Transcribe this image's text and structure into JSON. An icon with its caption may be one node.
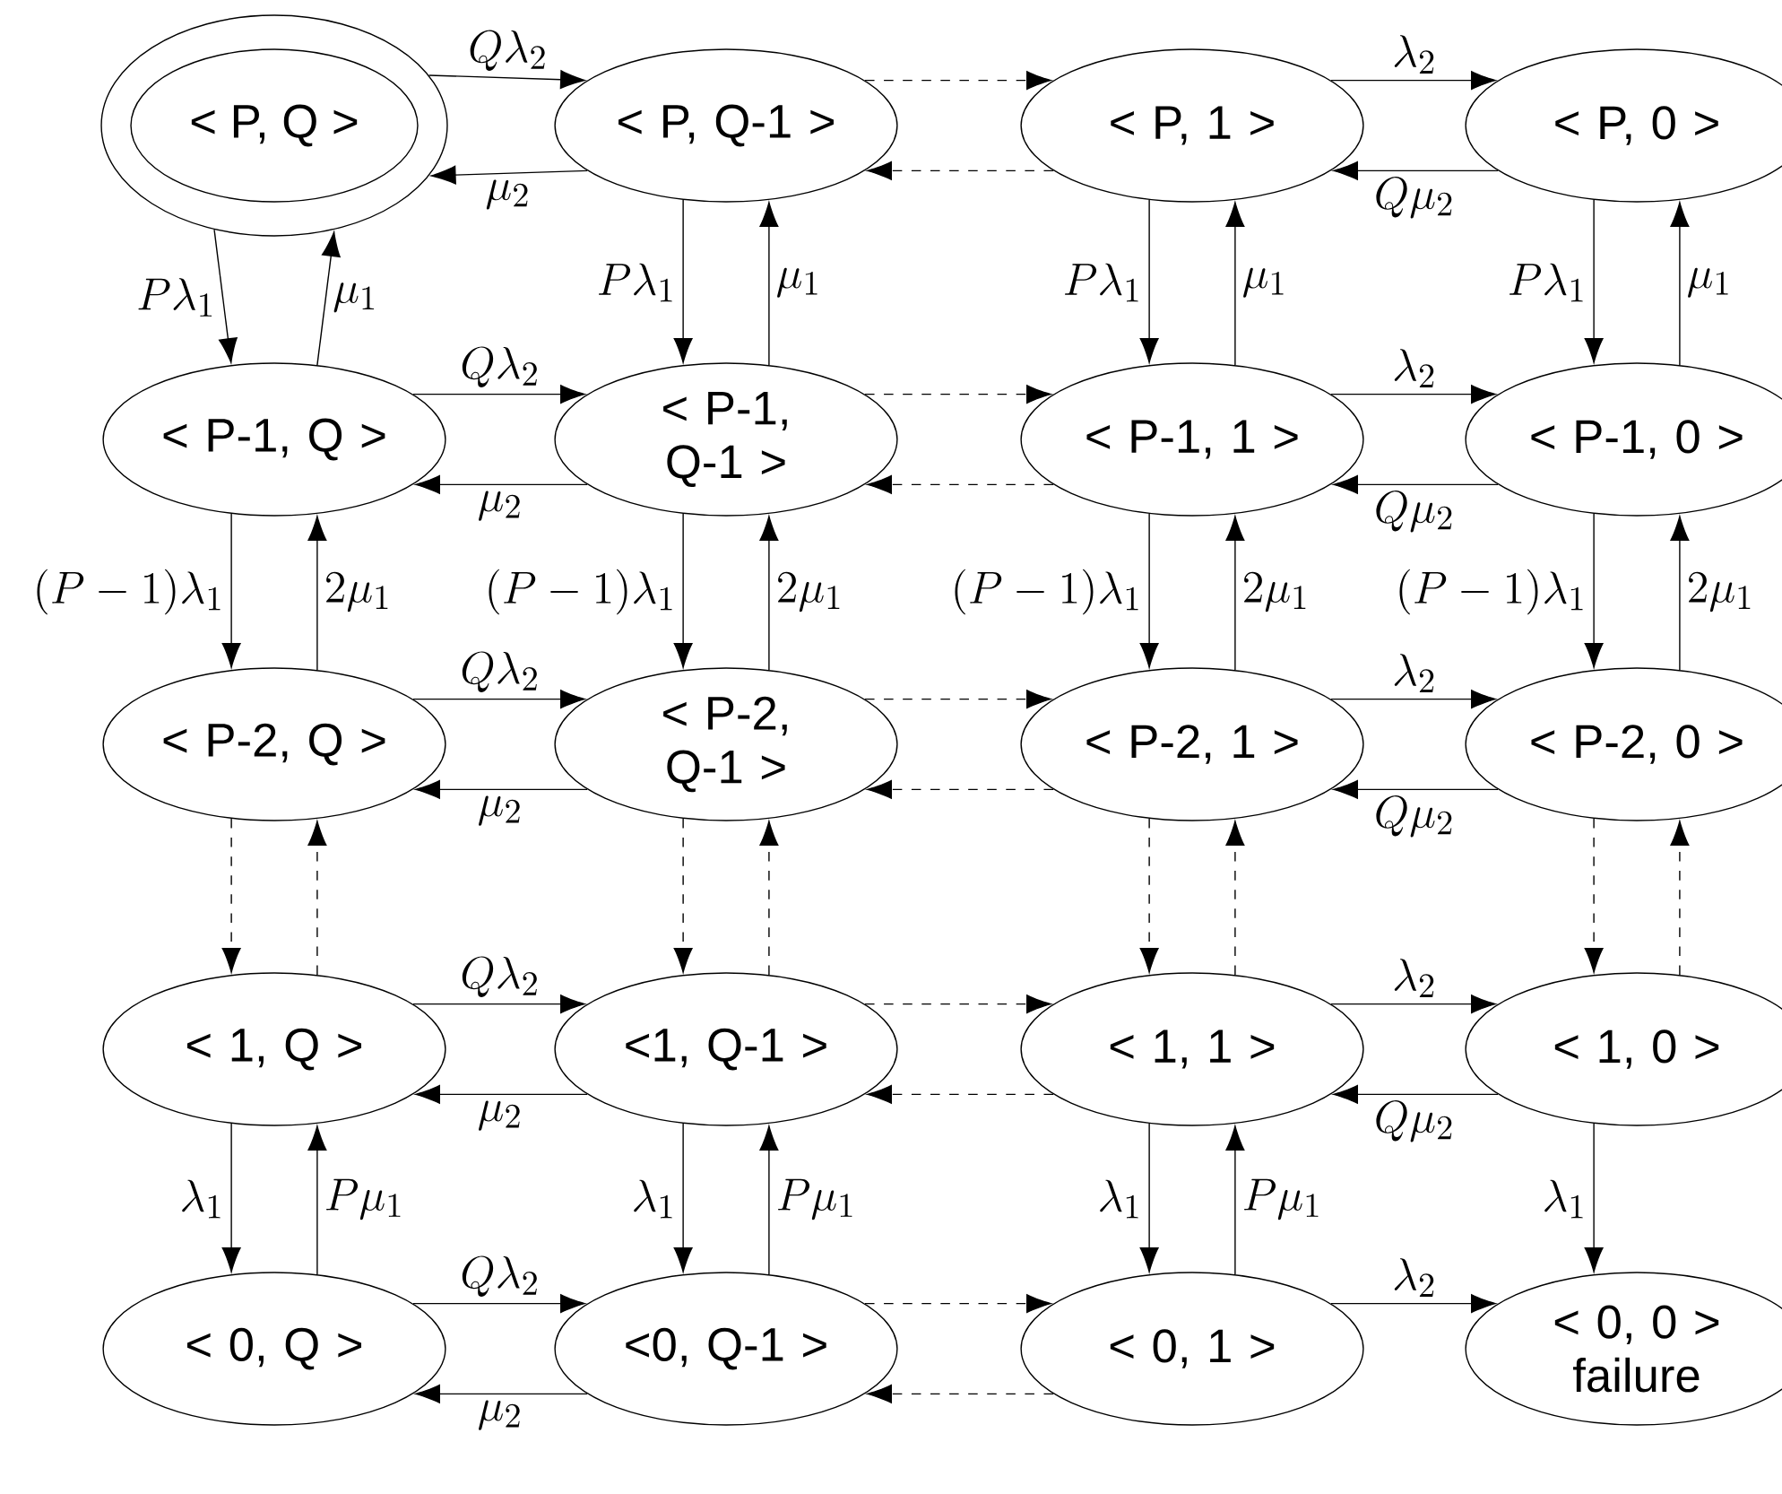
{
  "diagram": {
    "nodes": [
      {
        "text": [
          "< P, Q >"
        ]
      },
      {
        "text": [
          "< P, Q-1 >"
        ]
      },
      {
        "text": [
          "< P, 1 >"
        ]
      },
      {
        "text": [
          "< P, 0 >"
        ]
      },
      {
        "text": [
          "< P-1, Q >"
        ]
      },
      {
        "text": [
          "< P-1, Q-1 >"
        ]
      },
      {
        "text": [
          "< P-1, 1 >"
        ]
      },
      {
        "text": [
          "< P-1, 0 >"
        ]
      },
      {
        "text": [
          "< P-2, Q >"
        ]
      },
      {
        "text": [
          "< P-2, Q-1 >"
        ]
      },
      {
        "text": [
          "< P-2, 1 >"
        ]
      },
      {
        "text": [
          "< P-2, 0 >"
        ]
      },
      {
        "text": [
          "< 1, Q >"
        ]
      },
      {
        "text": [
          "<1, Q-1 >"
        ]
      },
      {
        "text": [
          "< 1, 1 >"
        ]
      },
      {
        "text": [
          "< 1, 0 >"
        ]
      },
      {
        "text": [
          "< 0, Q >"
        ]
      },
      {
        "text": [
          "<0, Q-1 >"
        ]
      },
      {
        "text": [
          "< 0, 1 >"
        ]
      },
      {
        "text": [
          "< 0, 0 >",
          "failure"
        ]
      }
    ],
    "edges": [
      {
        "from": 0,
        "to": 1,
        "arrow": "to",
        "label": "Q\\lambda_2"
      },
      {
        "from": 1,
        "to": 0,
        "arrow": "to",
        "label": "\\mu_2"
      },
      {
        "from": 1,
        "to": 2,
        "arrow": "to",
        "style": "dashed"
      },
      {
        "from": 2,
        "to": 1,
        "arrow": "to",
        "style": "dashed"
      },
      {
        "from": 2,
        "to": 3,
        "arrow": "to",
        "label": "\\lambda_2"
      },
      {
        "from": 3,
        "to": 2,
        "arrow": "to",
        "label": "Q\\mu_2"
      },
      {
        "from": 4,
        "to": 5,
        "arrow": "to",
        "label": "Q\\lambda_2"
      },
      {
        "from": 5,
        "to": 4,
        "arrow": "to",
        "label": "\\mu_2"
      },
      {
        "from": 5,
        "to": 6,
        "arrow": "to",
        "style": "dashed"
      },
      {
        "from": 6,
        "to": 5,
        "arrow": "to",
        "style": "dashed"
      },
      {
        "from": 6,
        "to": 7,
        "arrow": "to",
        "label": "\\lambda_2"
      },
      {
        "from": 7,
        "to": 6,
        "arrow": "to",
        "label": "Q\\mu_2"
      },
      {
        "from": 8,
        "to": 9,
        "arrow": "to",
        "label": "Q\\lambda_2"
      },
      {
        "from": 9,
        "to": 8,
        "arrow": "to",
        "label": "\\mu_2"
      },
      {
        "from": 9,
        "to": 10,
        "arrow": "to",
        "style": "dashed"
      },
      {
        "from": 10,
        "to": 9,
        "arrow": "to",
        "style": "dashed"
      },
      {
        "from": 10,
        "to": 11,
        "arrow": "to",
        "label": "\\lambda_2"
      },
      {
        "from": 11,
        "to": 10,
        "arrow": "to",
        "label": "Q\\mu_2"
      },
      {
        "from": 12,
        "to": 13,
        "arrow": "to",
        "label": "Q\\lambda_2"
      },
      {
        "from": 13,
        "to": 12,
        "arrow": "to",
        "label": "\\mu_2"
      },
      {
        "from": 13,
        "to": 14,
        "arrow": "to",
        "style": "dashed"
      },
      {
        "from": 14,
        "to": 13,
        "arrow": "to",
        "style": "dashed"
      },
      {
        "from": 14,
        "to": 15,
        "arrow": "to",
        "label": "\\lambda_2"
      },
      {
        "from": 15,
        "to": 14,
        "arrow": "to",
        "label": "Q\\mu_2"
      },
      {
        "from": 16,
        "to": 17,
        "arrow": "to",
        "label": "Q\\lambda_2"
      },
      {
        "from": 17,
        "to": 16,
        "arrow": "to",
        "label": "\\mu_2"
      },
      {
        "from": 17,
        "to": 18,
        "arrow": "to",
        "style": "dashed"
      },
      {
        "from": 18,
        "to": 17,
        "arrow": "to",
        "style": "dashed"
      },
      {
        "from": 18,
        "to": 19,
        "arrow": "to",
        "label": "\\lambda_2"
      },
      {
        "from": 0,
        "to": 4,
        "arrow": "to",
        "label": "P\\lambda_1"
      },
      {
        "from": 4,
        "to": 0,
        "arrow": "to",
        "label": "\\mu_1"
      },
      {
        "from": 1,
        "to": 5,
        "arrow": "to",
        "label": "P\\lambda_1"
      },
      {
        "from": 5,
        "to": 1,
        "arrow": "to",
        "label": "\\mu_1"
      },
      {
        "from": 2,
        "to": 6,
        "arrow": "to",
        "label": "P\\lambda_1"
      },
      {
        "from": 6,
        "to": 2,
        "arrow": "to",
        "label": "\\mu_1"
      },
      {
        "from": 3,
        "to": 7,
        "arrow": "to",
        "label": "P\\lambda_1"
      },
      {
        "from": 7,
        "to": 3,
        "arrow": "to",
        "label": "\\mu_1"
      },
      {
        "from": 4,
        "to": 8,
        "arrow": "to",
        "label": "(P-1)\\lambda_1"
      },
      {
        "from": 8,
        "to": 4,
        "arrow": "to",
        "label": "2\\mu_1"
      },
      {
        "from": 5,
        "to": 9,
        "arrow": "to",
        "label": "(P-1)\\lambda_1"
      },
      {
        "from": 9,
        "to": 5,
        "arrow": "to",
        "label": "2\\mu_1"
      },
      {
        "from": 6,
        "to": 10,
        "arrow": "to",
        "label": "(P-1)\\lambda_1"
      },
      {
        "from": 10,
        "to": 6,
        "arrow": "to",
        "label": "2\\mu_1"
      },
      {
        "from": 7,
        "to": 11,
        "arrow": "to",
        "label": "(P-1)\\lambda_1"
      },
      {
        "from": 11,
        "to": 7,
        "arrow": "to",
        "label": "2\\mu_1"
      },
      {
        "from": 8,
        "to": 12,
        "arrow": "to",
        "style": "dashed"
      },
      {
        "from": 12,
        "to": 8,
        "arrow": "to",
        "style": "dashed"
      },
      {
        "from": 9,
        "to": 13,
        "arrow": "to",
        "style": "dashed"
      },
      {
        "from": 13,
        "to": 9,
        "arrow": "to",
        "style": "dashed"
      },
      {
        "from": 10,
        "to": 14,
        "arrow": "to",
        "style": "dashed"
      },
      {
        "from": 14,
        "to": 10,
        "arrow": "to",
        "style": "dashed"
      },
      {
        "from": 11,
        "to": 15,
        "arrow": "to",
        "style": "dashed"
      },
      {
        "from": 15,
        "to": 11,
        "arrow": "to",
        "style": "dashed"
      },
      {
        "from": 12,
        "to": 16,
        "arrow": "to",
        "label": "\\lambda_1"
      },
      {
        "from": 16,
        "to": 12,
        "arrow": "to",
        "label": "P\\mu_1"
      },
      {
        "from": 13,
        "to": 17,
        "arrow": "to",
        "label": "\\lambda_1"
      },
      {
        "from": 17,
        "to": 13,
        "arrow": "to",
        "label": "P\\mu_1"
      },
      {
        "from": 14,
        "to": 18,
        "arrow": "to",
        "label": "\\lambda_1"
      },
      {
        "from": 18,
        "to": 14,
        "arrow": "to",
        "label": "P\\mu_1"
      },
      {
        "from": 15,
        "to": 19,
        "arrow": "to",
        "label": "\\lambda_1"
      }
    ]
  }
}
